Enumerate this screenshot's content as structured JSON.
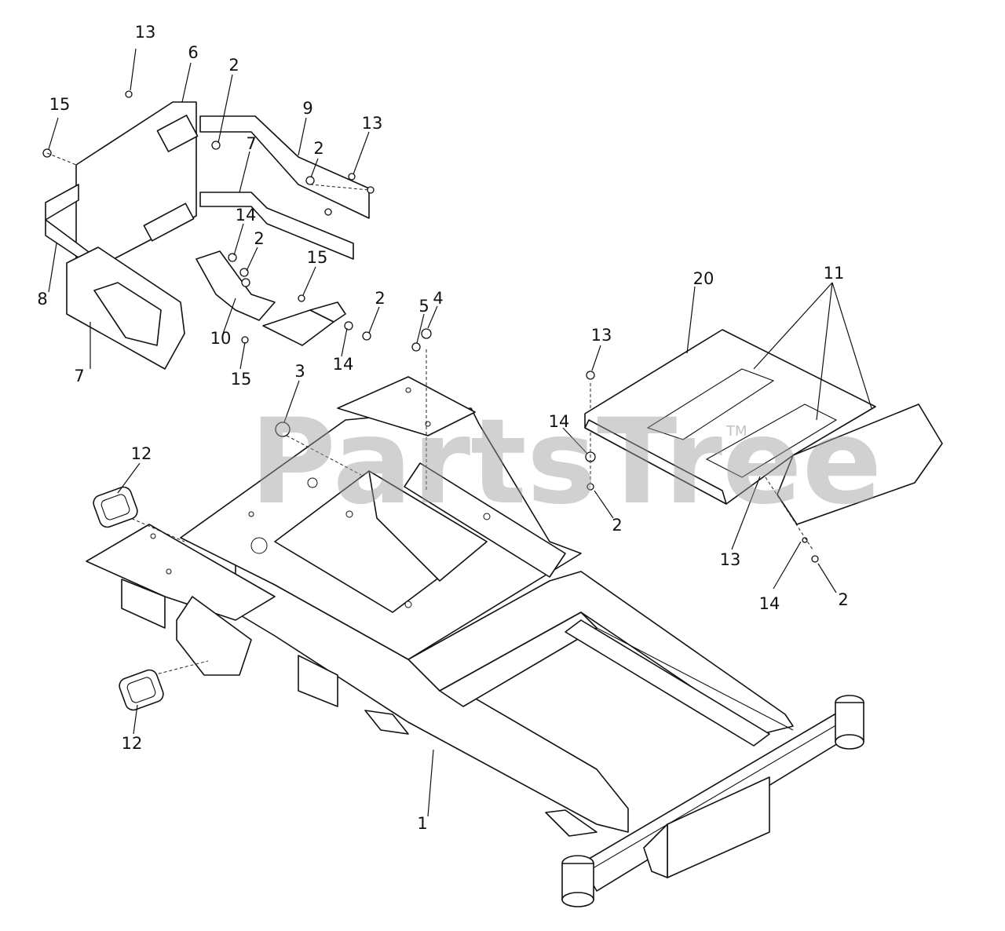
{
  "watermark": {
    "text": "PartsTree",
    "tm": "TM"
  },
  "callouts": {
    "c1": "1",
    "c2a": "2",
    "c2b": "2",
    "c2c": "2",
    "c2d": "2",
    "c2e": "2",
    "c2f": "2",
    "c3": "3",
    "c4": "4",
    "c5": "5",
    "c6": "6",
    "c7a": "7",
    "c7b": "7",
    "c8": "8",
    "c9": "9",
    "c10": "10",
    "c11": "11",
    "c12a": "12",
    "c12b": "12",
    "c13a": "13",
    "c13b": "13",
    "c13c": "13",
    "c13d": "13",
    "c14a": "14",
    "c14b": "14",
    "c14c": "14",
    "c14d": "14",
    "c15a": "15",
    "c15b": "15",
    "c15c": "15",
    "c20": "20"
  }
}
